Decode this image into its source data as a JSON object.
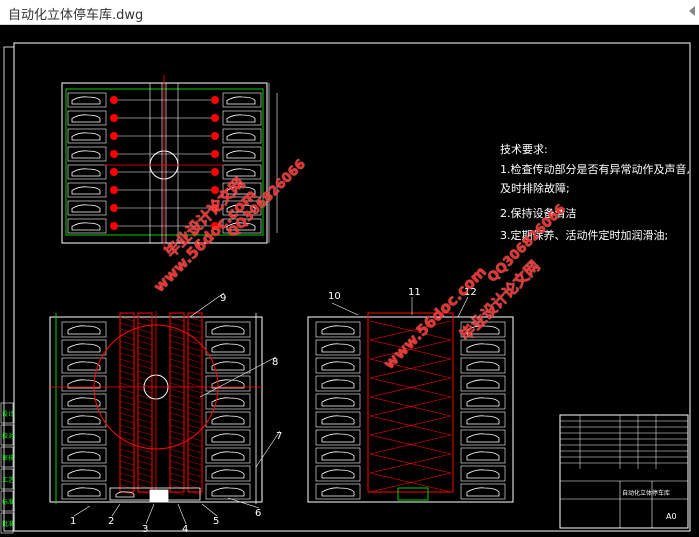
{
  "window": {
    "title": "自动化立体停车库.dwg"
  },
  "notes": {
    "heading": "技术要求:",
    "lines": [
      "1.检查传动部分是否有异常动作及声音,",
      "及时排除故障;",
      "2.保持设备清洁",
      "3.定期保养、活动件定时加润滑油;"
    ]
  },
  "callouts": [
    "1",
    "2",
    "3",
    "4",
    "5",
    "6",
    "7",
    "8",
    "9",
    "10",
    "11",
    "12"
  ],
  "side_labels": [
    "设计",
    "校对",
    "审核",
    "工艺",
    "标准",
    "批准"
  ],
  "title_block": {
    "name": "自动化立体停车库",
    "sheet": "A0"
  },
  "watermarks": {
    "site": "www.56doc.com",
    "qq": "QQ306826066",
    "brand": "毕业设计论文网"
  },
  "colors": {
    "background": "#000000",
    "lines": "#ffffff",
    "accent": "#ff0000",
    "green": "#00ff00",
    "callout": "#ffffff"
  }
}
